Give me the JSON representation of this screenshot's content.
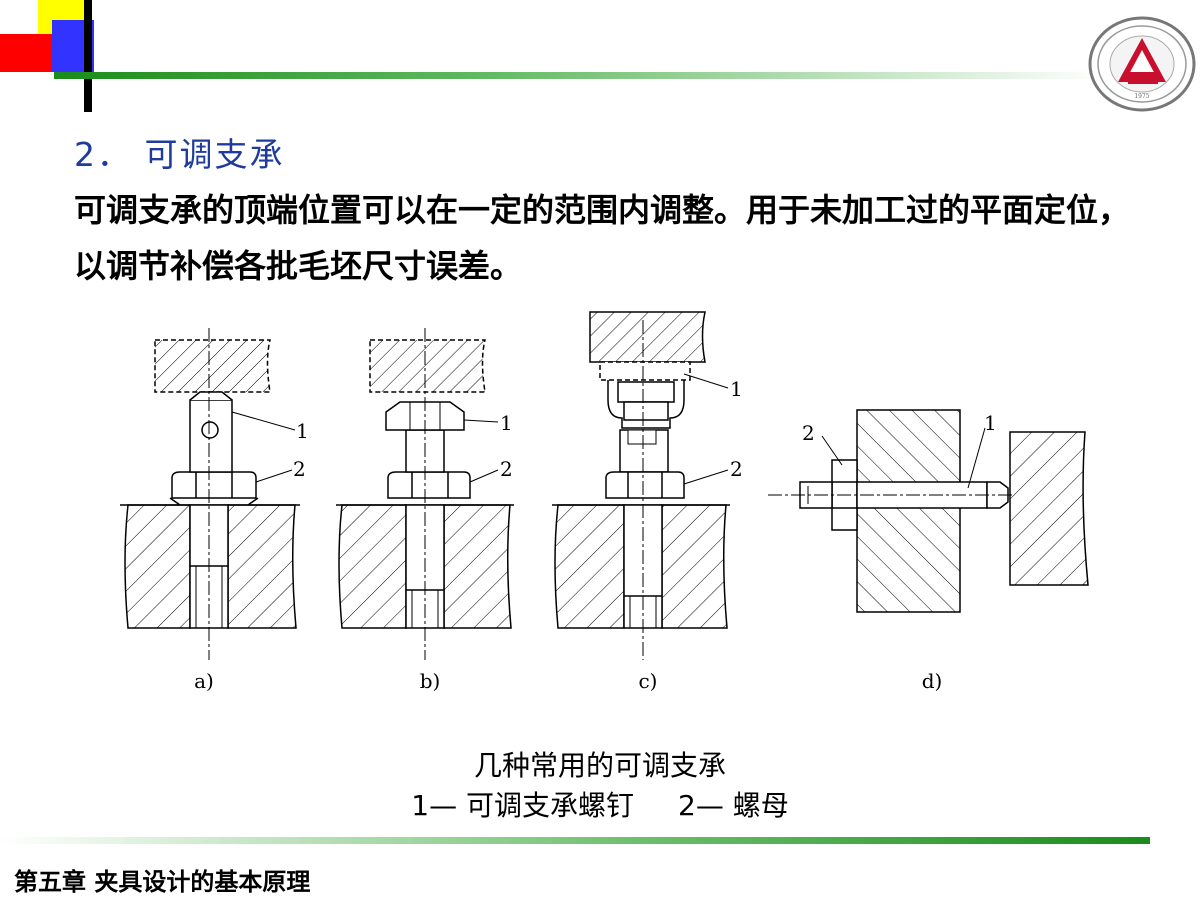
{
  "heading": "2． 可调支承",
  "paragraph": "可调支承的顶端位置可以在一定的范围内调整。用于未加工过的平面定位，以调节补偿各批毛坯尺寸误差。",
  "figure": {
    "panel_labels": {
      "a": "a)",
      "b": "b)",
      "c": "c)",
      "d": "d)"
    },
    "callout_1": "1",
    "callout_2": "2",
    "caption": "几种常用的可调支承",
    "legend_1": "1— 可调支承螺钉",
    "legend_2": "2— 螺母"
  },
  "footer": "第五章  夹具设计的基本原理",
  "logo": {
    "year": "1975"
  },
  "colors": {
    "heading": "#1f3c9c",
    "rule": "#1a8c1a",
    "deco_red": "#ff0000",
    "deco_blue": "#3333ff",
    "deco_yellow": "#ffff00"
  }
}
